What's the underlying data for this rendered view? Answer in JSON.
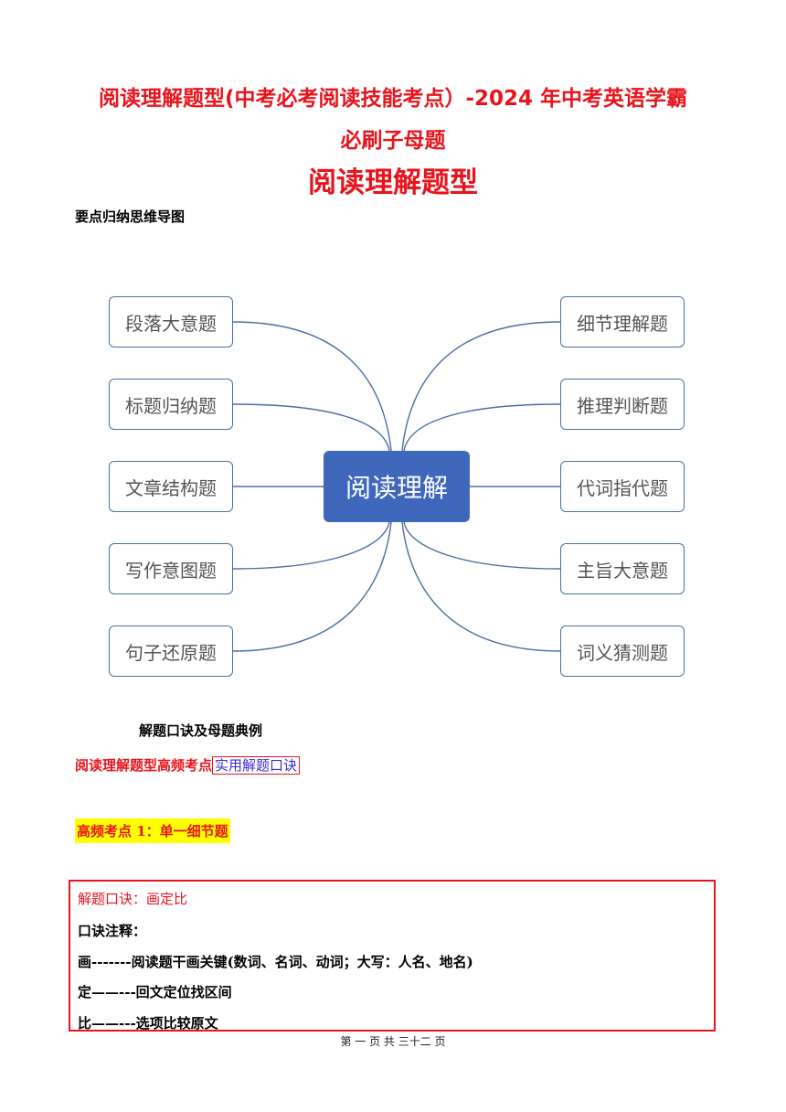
{
  "header": {
    "title_line1": "阅读理解题型(中考必考阅读技能考点）-2024 年中考英语学霸",
    "title_line2": "必刷子母题",
    "title_main": "阅读理解题型"
  },
  "mindmap": {
    "section_label": "要点归纳思维导图",
    "center": "阅读理解",
    "left_nodes": [
      "段落大意题",
      "标题归纳题",
      "文章结构题",
      "写作意图题",
      "句子还原题"
    ],
    "right_nodes": [
      "细节理解题",
      "推理判断题",
      "代词指代题",
      "主旨大意题",
      "词义猜测题"
    ],
    "line_color": "#4a6fa5",
    "center_color": "#3f68bd"
  },
  "section2": {
    "heading": "解题口诀及母题典例",
    "red_text": "阅读理解题型高频考点",
    "boxed_text": "实用解题口诀"
  },
  "highlight": {
    "text": "高频考点 1：单一细节题"
  },
  "tipbox": {
    "line1": "解题口诀：画定比",
    "line2": "口诀注释：",
    "line3": "画-------阅读题干画关键(数词、名词、动词；大写：人名、地名)",
    "line4": "定——---回文定位找区间",
    "line5": "比——---选项比较原文"
  },
  "footer": {
    "page_text": "第  一  页  共  三十二  页"
  }
}
